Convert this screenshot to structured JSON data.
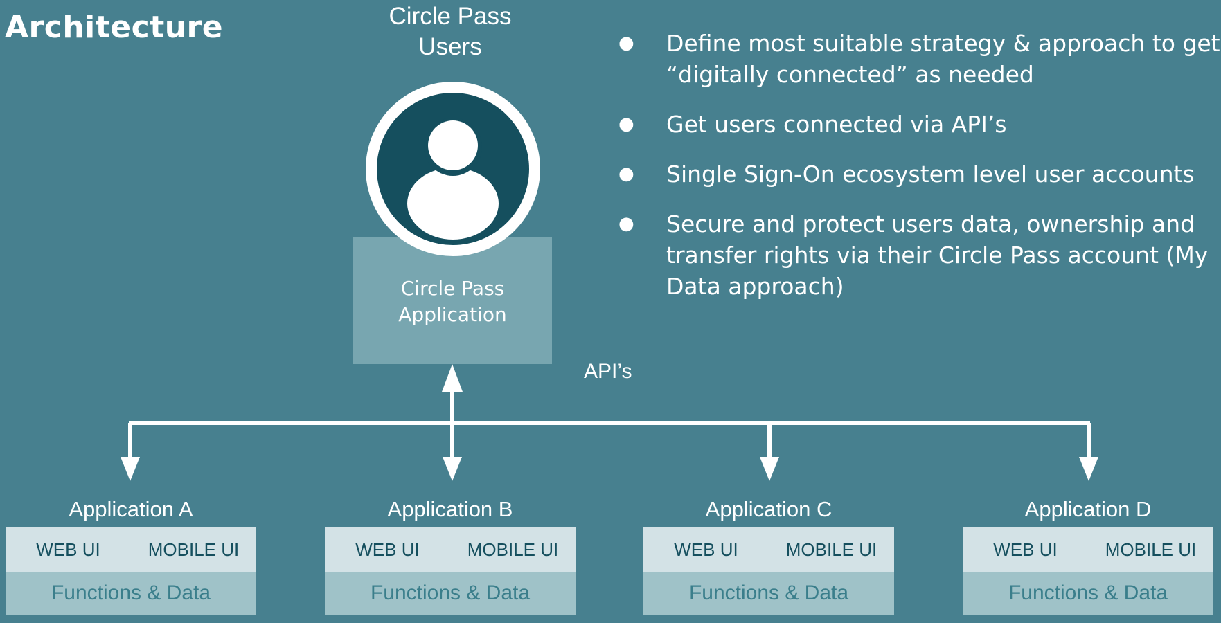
{
  "title": "Architecture",
  "users_label_line1": "Circle Pass",
  "users_label_line2": "Users",
  "app_box_line1": "Circle Pass",
  "app_box_line2": "Application",
  "api_label": "API’s",
  "bullets": [
    "Define most suitable strategy & approach to get “digitally connected” as needed",
    "Get users connected via API’s",
    "Single Sign-On ecosystem level user accounts",
    "Secure and protect users data, ownership and transfer rights via their Circle Pass account (My Data approach)"
  ],
  "bullet_symbol": "●",
  "applications": [
    {
      "name": "Application A",
      "web": "WEB UI",
      "mobile": "MOBILE UI",
      "functions": "Functions & Data"
    },
    {
      "name": "Application B",
      "web": "WEB UI",
      "mobile": "MOBILE UI",
      "functions": "Functions & Data"
    },
    {
      "name": "Application C",
      "web": "WEB UI",
      "mobile": "MOBILE UI",
      "functions": "Functions & Data"
    },
    {
      "name": "Application D",
      "web": "WEB UI",
      "mobile": "MOBILE UI",
      "functions": "Functions & Data"
    }
  ],
  "icons": {
    "avatar": "user-icon"
  },
  "colors": {
    "background": "#47808f",
    "avatar_dark": "#154f5e",
    "app_box": "#78a6b0",
    "ui_row": "#d3e2e6",
    "functions_row": "#9fc2c8"
  }
}
